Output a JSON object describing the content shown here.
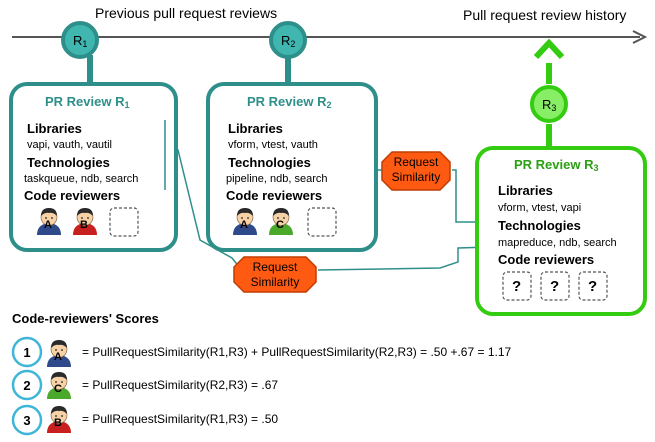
{
  "timeline": {
    "previous_label": "Previous pull request reviews",
    "history_label": "Pull request review history",
    "nodes": [
      {
        "id": "r1",
        "main": "R",
        "sub": "1"
      },
      {
        "id": "r2",
        "main": "R",
        "sub": "2"
      },
      {
        "id": "r3",
        "main": "R",
        "sub": "3"
      }
    ]
  },
  "reviews": [
    {
      "title_main": "PR Review R",
      "title_sub": "1",
      "libraries_label": "Libraries",
      "libraries": "vapi, vauth, vautil",
      "technologies_label": "Technologies",
      "technologies": "taskqueue, ndb, search",
      "reviewers_label": "Code reviewers",
      "reviewers": [
        "A",
        "B",
        "empty"
      ]
    },
    {
      "title_main": "PR Review R",
      "title_sub": "2",
      "libraries_label": "Libraries",
      "libraries": "vform, vtest, vauth",
      "technologies_label": "Technologies",
      "technologies": "pipeline, ndb, search",
      "reviewers_label": "Code reviewers",
      "reviewers": [
        "A",
        "C",
        "empty"
      ]
    },
    {
      "title_main": "PR Review R",
      "title_sub": "3",
      "libraries_label": "Libraries",
      "libraries": "vform, vtest, vapi",
      "technologies_label": "Technologies",
      "technologies": "mapreduce, ndb, search",
      "reviewers_label": "Code reviewers",
      "unknown_mark": "?"
    }
  ],
  "similarity_badges": [
    {
      "line1": "Request",
      "line2": "Similarity"
    },
    {
      "line1": "Request",
      "line2": "Similarity"
    }
  ],
  "scores": {
    "title": "Code-reviewers' Scores",
    "rows": [
      {
        "rank": "1",
        "reviewer": "A",
        "text": "= PullRequestSimilarity(R1,R3) + PullRequestSimilarity(R2,R3) = .50 +.67 = 1.17"
      },
      {
        "rank": "2",
        "reviewer": "C",
        "text": "= PullRequestSimilarity(R2,R3) = .67"
      },
      {
        "rank": "3",
        "reviewer": "B",
        "text": "= PullRequestSimilarity(R1,R3) = .50"
      }
    ]
  },
  "colors": {
    "teal": "#2e8f8a",
    "teal_fill": "#3fb6b0",
    "green": "#33cc11",
    "green_fill": "#88ee66",
    "badge_fill": "#ff5a12",
    "badge_stroke": "#c03c00",
    "timeline": "#555555",
    "avatar_blue": "#2f4a8a",
    "avatar_red": "#c8201e",
    "avatar_green": "#4aa82a"
  }
}
